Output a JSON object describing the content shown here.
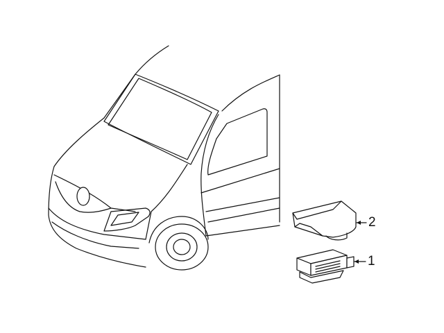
{
  "callouts": [
    {
      "number": "2",
      "part": "module-cover"
    },
    {
      "number": "1",
      "part": "control-module"
    }
  ],
  "colors": {
    "line": "#111111",
    "background": "#ffffff"
  }
}
